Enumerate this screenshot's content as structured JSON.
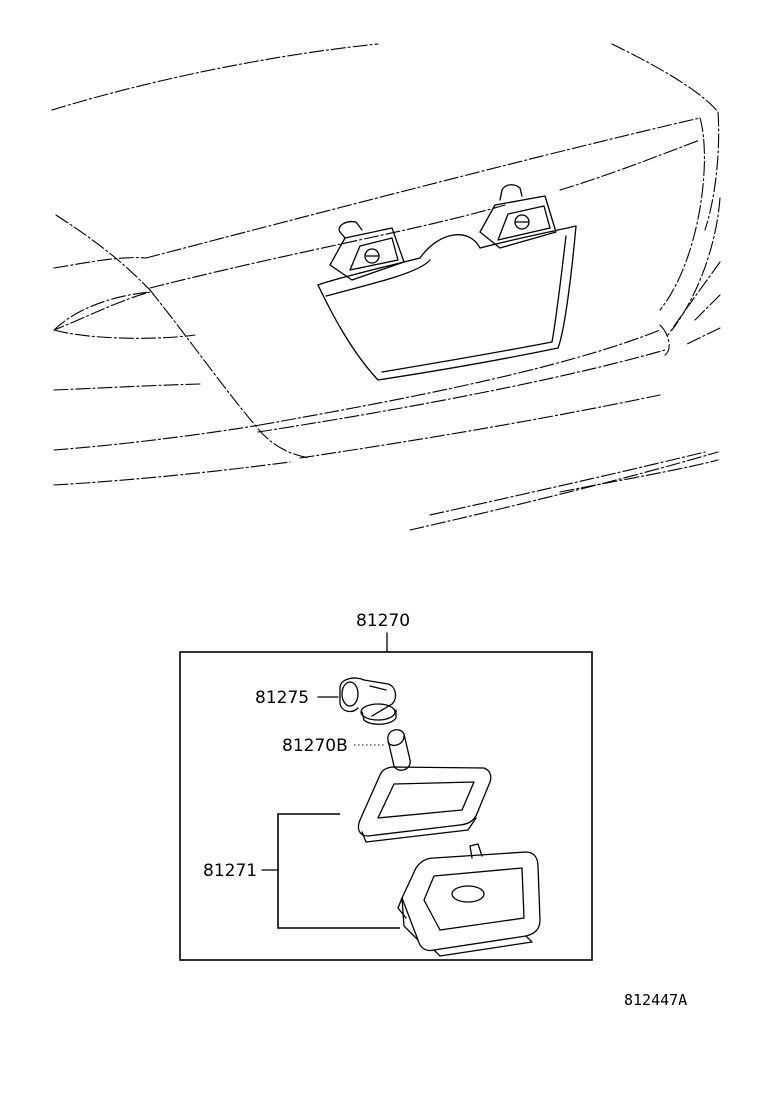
{
  "callouts": {
    "assembly": "81270",
    "socket": "81275",
    "bulb": "81270B",
    "lens_housing": "81271"
  },
  "figure_code": "812447A"
}
